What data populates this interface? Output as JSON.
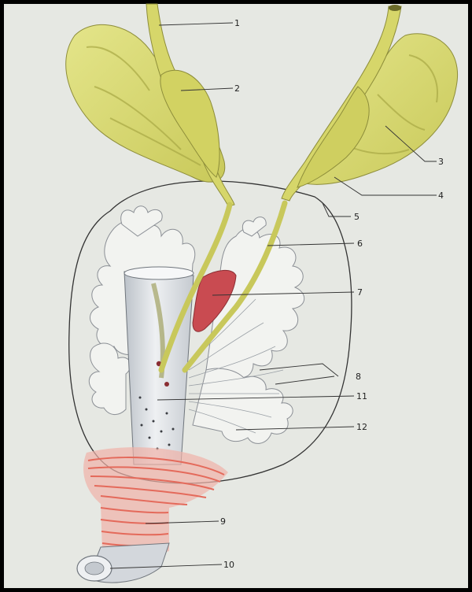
{
  "labels": [
    "1",
    "2",
    "3",
    "4",
    "5",
    "6",
    "7",
    "8",
    "9",
    "10",
    "11",
    "12"
  ],
  "colors": {
    "background": "#e6e8e3",
    "seminal_vesicle": "#dcdc72",
    "seminal_vesicle_shadow": "#b9b94e",
    "gland_tissue": "#f2f3f0",
    "gland_outline": "#8b8f95",
    "urethra": "#d9dde2",
    "utricle": "#c94b51",
    "muscle": "#e46a5b",
    "capsule_line": "#333333"
  }
}
